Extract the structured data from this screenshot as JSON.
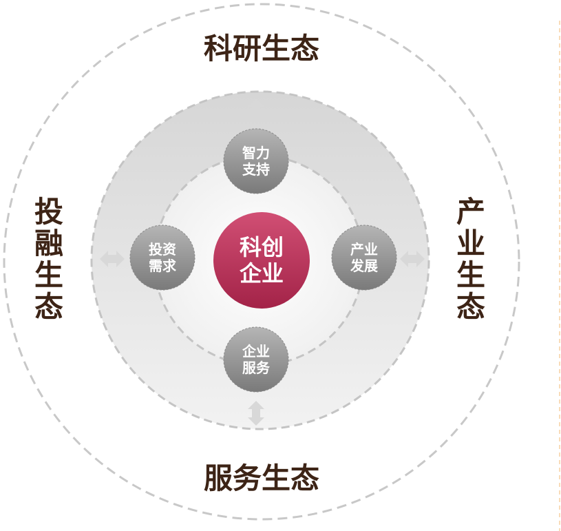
{
  "outer_labels": {
    "top": "科研生态",
    "bottom": "服务生态",
    "left": "投融生态",
    "right": "产业生态"
  },
  "center": {
    "label": "科创企业",
    "color": "#b02e56"
  },
  "nodes": {
    "top": "智力支持",
    "left": "投资需求",
    "right": "产业发展",
    "bottom": "企业服务"
  },
  "colors": {
    "ring": "#dcdcdc",
    "dash": "#c4c4c4",
    "divider": "#f9dcb8",
    "label": "#3d2416"
  }
}
